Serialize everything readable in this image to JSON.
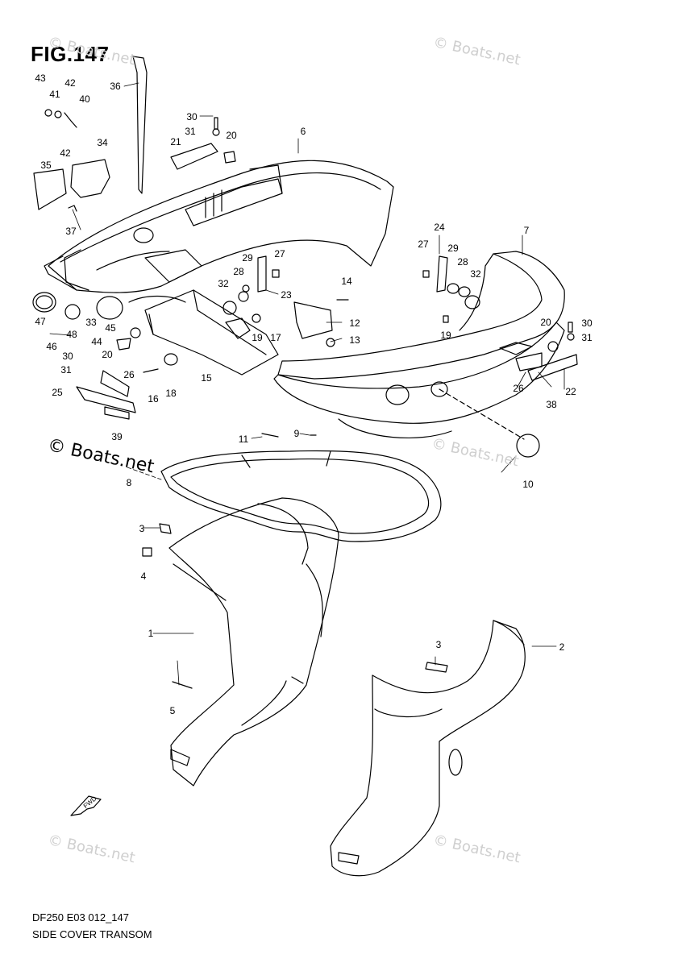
{
  "figure": {
    "title": "FIG.147",
    "model_code": "DF250 E03 012_147",
    "caption": "SIDE COVER TRANSOM"
  },
  "watermarks": {
    "faint": "© Boats.net",
    "strong": "© Boats.net"
  },
  "fwd_label": "FWD",
  "callouts": [
    "43",
    "41",
    "42",
    "40",
    "36",
    "42",
    "34",
    "35",
    "37",
    "30",
    "31",
    "20",
    "21",
    "6",
    "24",
    "7",
    "27",
    "29",
    "28",
    "32",
    "29",
    "27",
    "14",
    "32",
    "28",
    "23",
    "12",
    "13",
    "33",
    "45",
    "19",
    "17",
    "19",
    "20",
    "31",
    "30",
    "47",
    "48",
    "44",
    "46",
    "30",
    "20",
    "26",
    "15",
    "31",
    "25",
    "16",
    "18",
    "26",
    "38",
    "22",
    "39",
    "11",
    "9",
    "10",
    "8",
    "3",
    "4",
    "1",
    "3",
    "2",
    "5"
  ],
  "colors": {
    "line": "#000000",
    "watermark": "#cfcfcf"
  }
}
